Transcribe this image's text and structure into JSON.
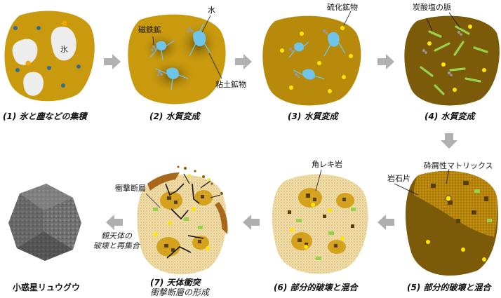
{
  "captions": {
    "s1": "(1) 氷と塵などの集積",
    "s2": "(2) 水質変成",
    "s3": "(3) 水質変成",
    "s4": "(4) 水質変成",
    "s5": "(5) 部分的破壊と混合",
    "s6": "(6) 部分的破壊と混合",
    "s7": "(7) 天体衝突",
    "s7_sub": "衝撃断層の形成",
    "ryugu": "小惑星リュウグウ"
  },
  "labels": {
    "ice": "氷",
    "magnetite": "磁鉄鉱",
    "water": "水",
    "clay": "粘土鉱物",
    "sulfide": "硫化鉱物",
    "carbonate_vein": "炭酸塩の脈",
    "matrix": "砕屑性マトリックス",
    "clast": "岩石片",
    "breccia": "角レキ岩",
    "fault": "衝撃断層"
  },
  "notes": {
    "reaccum_line1": "親天体の",
    "reaccum_line2": "破壊と再集合"
  },
  "colors": {
    "gold": "#C99A0E",
    "dark_gold": "#8C6A08",
    "olive": "#7B5B0A",
    "water": "#6EC5E9",
    "ice": "#EDEDED",
    "sulfide": "#FFE600",
    "vein": "#9AD14B",
    "sand": "#F2DFAE",
    "arrow": "#B0B0B0"
  }
}
